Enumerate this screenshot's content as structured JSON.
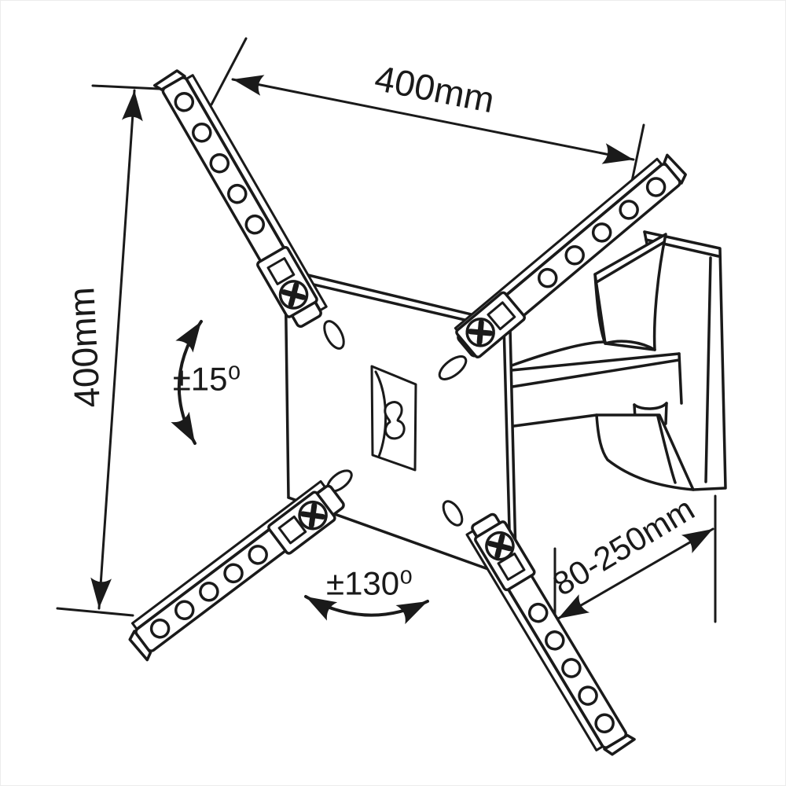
{
  "diagram": {
    "labels": {
      "width": "400mm",
      "height": "400mm",
      "tilt": "±15⁰",
      "swivel": "±130⁰",
      "extension": "80-250mm"
    },
    "colors": {
      "line": "#1a1a1a",
      "background": "#ffffff"
    }
  }
}
